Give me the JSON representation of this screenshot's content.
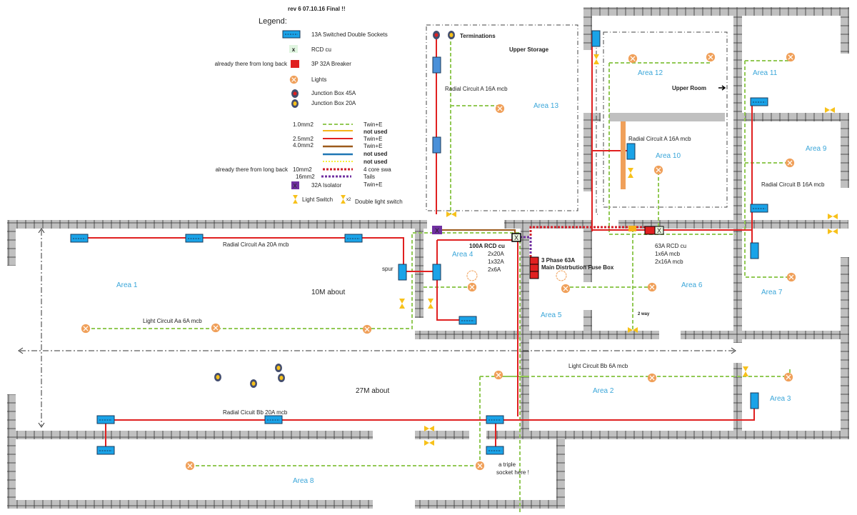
{
  "header": {
    "revision": "rev 6    07.10.16 Final !!"
  },
  "legend": {
    "title": "Legend:",
    "items": [
      {
        "icon": "socket-icon",
        "label": "13A Switched Double Sockets"
      },
      {
        "icon": "rcd-icon",
        "label": "RCD  cu",
        "glyph": "x"
      },
      {
        "icon": "breaker-icon",
        "prefix": "already there from long back",
        "label": "3P 32A Breaker"
      },
      {
        "icon": "light-icon",
        "label": "Lights"
      },
      {
        "icon": "junction-box-45a-icon",
        "label": "Junction Box 45A"
      },
      {
        "icon": "junction-box-20a-icon",
        "label": "Junction Box 20A"
      }
    ],
    "cables": [
      {
        "size": "1.0mm2",
        "style": "dashed-green",
        "color": "#92c955",
        "desc": "Twin+E"
      },
      {
        "size": "",
        "style": "solid-orange",
        "color": "#f4b41a",
        "desc": "not used"
      },
      {
        "size": "2.5mm2",
        "style": "solid-red",
        "color": "#e02020",
        "desc": "Twin+E"
      },
      {
        "size": "4.0mm2",
        "style": "solid-brown",
        "color": "#9c5a1c",
        "desc": "Twin+E"
      },
      {
        "size": "",
        "style": "solid-blue",
        "color": "#1f77b4",
        "desc": "not used"
      },
      {
        "size": "",
        "style": "dotted-yellow",
        "color": "#f5f03a",
        "desc": "not used"
      },
      {
        "size": "10mm2",
        "prefix": "already there from long back",
        "style": "dotted-red",
        "color": "#d0202a",
        "desc": "4 core swa"
      },
      {
        "size": "16mm2",
        "style": "dotted-purple",
        "color": "#7030a0",
        "desc": "Tails"
      }
    ],
    "isolator": {
      "glyph": "X",
      "label": "32A Isolator",
      "desc": "Twin+E"
    },
    "switches": {
      "single": "Light Switch",
      "double_prefix": "x2",
      "double": "Double light switch"
    }
  },
  "colors": {
    "wall": "#c0c0c0",
    "socket": "#1aa3e8",
    "light": "#f0a05a",
    "area_text": "#3aa6d9",
    "switch": "#f7c11a"
  },
  "areas": {
    "a1": "Area 1",
    "a2": "Area 2",
    "a3": "Area 3",
    "a4": "Area 4",
    "a5": "Area 5",
    "a6": "Area 6",
    "a7": "Area 7",
    "a8": "Area 8",
    "a9": "Area 9",
    "a10": "Area 10",
    "a11": "Area 11",
    "a12": "Area 12",
    "a13": "Area 13"
  },
  "labels": {
    "terminations": "Terminations",
    "upper_storage": "Upper Storage",
    "upper_room": "Upper Room",
    "radial_a_16_storage": "Radial Circuit A 16A mcb",
    "radial_a_16_area10": "Radial Circuit A 16A mcb",
    "radial_b_16": "Radial Circuit B 16A mcb",
    "radial_aa_20": "Radial Circuit Aa 20A mcb",
    "light_aa_6": "Light Circuit Aa 6A mcb",
    "spur": "spur",
    "ten_m": "10M about",
    "twentyseven_m": "27M about",
    "radial_bb_20": "Radial Cicuit Bb 20A mcb",
    "light_bb_6": "Light Circuit Bb 6A mcb",
    "triple_1": "a triple",
    "triple_2": "socket here !",
    "rcd100_title": "100A RCD cu",
    "rcd100_l1": "2x20A",
    "rcd100_l2": "1x32A",
    "rcd100_l3": "2x6A",
    "main_1": "3 Phase 63A",
    "main_2": "Main Distrbution Fuse Box",
    "rcd63_title": "63A RCD cu",
    "rcd63_l1": "1x6A mcb",
    "rcd63_l2": "2x16A mcb",
    "two_way": "2 way",
    "rcd_x": "X",
    "isolator_x": "X"
  }
}
